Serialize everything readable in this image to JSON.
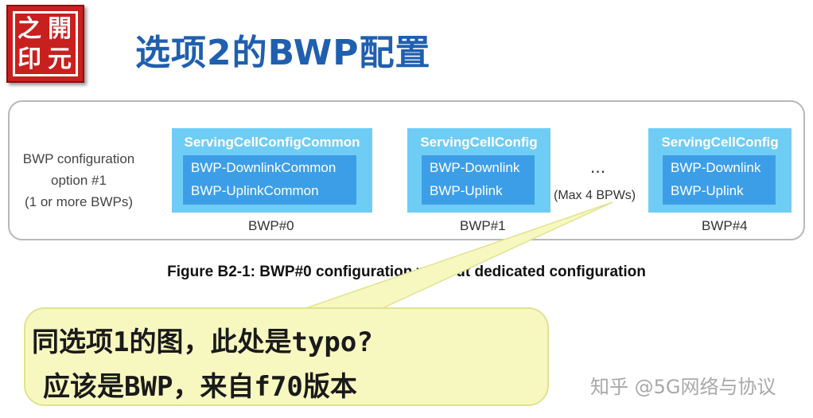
{
  "logo": {
    "chars": [
      "之",
      "開",
      "印",
      "元"
    ]
  },
  "title": "选项2的BWP配置",
  "diagram": {
    "option_lines": [
      "BWP configuration",
      "option #1",
      "(1 or more BWPs)"
    ],
    "boxes": [
      {
        "header": "ServingCellConfigCommon",
        "items": [
          "BWP-DownlinkCommon",
          "BWP-UplinkCommon"
        ],
        "label": "BWP#0"
      },
      {
        "header": "ServingCellConfig",
        "items": [
          "BWP-Downlink",
          "BWP-Uplink"
        ],
        "label": "BWP#1"
      },
      {
        "header": "ServingCellConfig",
        "items": [
          "BWP-Downlink",
          "BWP-Uplink"
        ],
        "label": "BWP#4"
      }
    ],
    "ellipsis": "...",
    "max_note": "(Max 4 BPWs)"
  },
  "caption": "Figure B2-1: BWP#0 configuration without dedicated configuration",
  "callout": {
    "line1": "同选项1的图，此处是typo?",
    "line2": "应该是BWP，来自f70版本"
  },
  "watermark": "知乎 @5G网络与协议",
  "colors": {
    "title": "#1f5fb0",
    "outer_box": "#6fcdf5",
    "inner_box": "#3d9ee8",
    "callout_bg": "#f7f8c0",
    "logo": "#c8201e"
  }
}
